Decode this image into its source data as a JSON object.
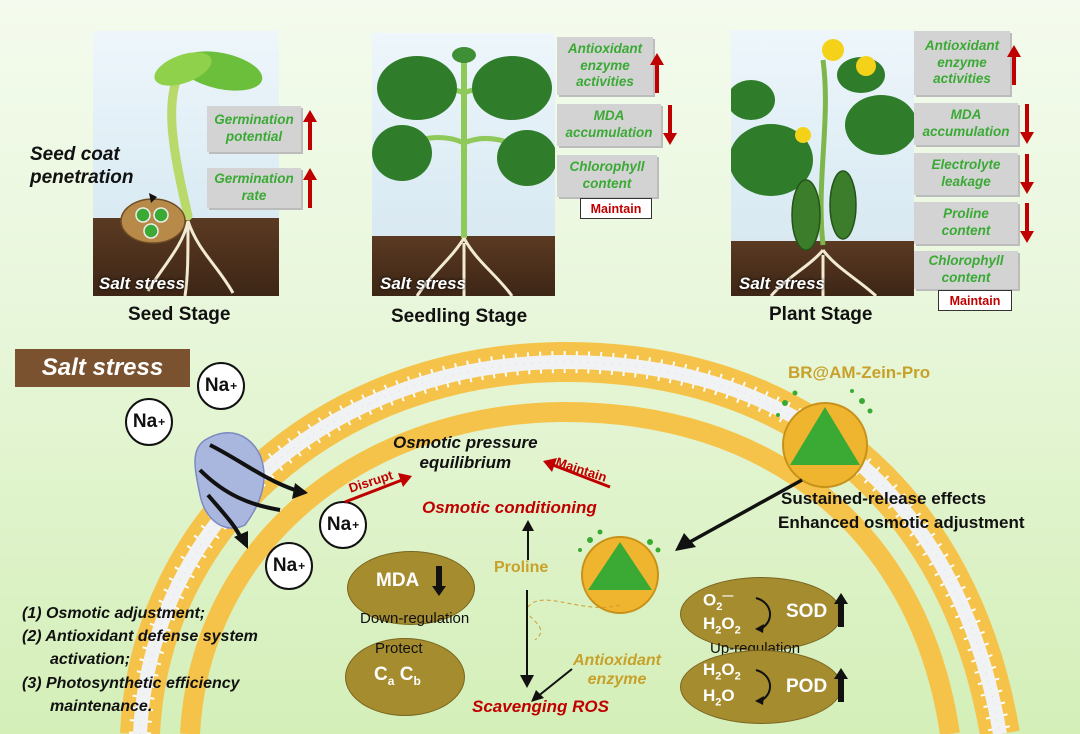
{
  "stages": {
    "seed": {
      "title": "Seed Stage",
      "salt_caption": "Salt stress",
      "annotation": "Seed coat\npenetration",
      "indicators": [
        {
          "label": "Germination\npotential",
          "trend": "up"
        },
        {
          "label": "Germination\nrate",
          "trend": "up"
        }
      ]
    },
    "seedling": {
      "title": "Seedling Stage",
      "salt_caption": "Salt stress",
      "indicators": [
        {
          "label": "Antioxidant\nenzyme\nactivities",
          "trend": "up"
        },
        {
          "label": "MDA\naccumulation",
          "trend": "down"
        },
        {
          "label": "Chlorophyll\ncontent",
          "trend": "maintain"
        }
      ],
      "maintain_label": "Maintain"
    },
    "plant": {
      "title": "Plant Stage",
      "salt_caption": "Salt stress",
      "indicators": [
        {
          "label": "Antioxidant\nenzyme\nactivities",
          "trend": "up"
        },
        {
          "label": "MDA\naccumulation",
          "trend": "down"
        },
        {
          "label": "Electrolyte\nleakage",
          "trend": "down"
        },
        {
          "label": "Proline\ncontent",
          "trend": "down"
        },
        {
          "label": "Chlorophyll\ncontent",
          "trend": "maintain"
        }
      ],
      "maintain_label": "Maintain"
    }
  },
  "mechanism": {
    "salt_stress_label": "Salt stress",
    "ion": "Na",
    "ion_charge": "+",
    "nanoparticle_label": "BR@AM-Zein-Pro",
    "sustained_release": "Sustained-release effects",
    "enhanced_osmotic": "Enhanced osmotic adjustment",
    "osmotic_pressure": "Osmotic pressure\nequilibrium",
    "disrupt": "Disrupt",
    "maintain": "Maintain",
    "osmotic_conditioning": "Osmotic conditioning",
    "proline": "Proline",
    "antioxidant_enzyme": "Antioxidant\nenzyme",
    "scavenging_ros": "Scavenging ROS",
    "mda": "MDA",
    "down_regulation": "Down-regulation",
    "protect": "Protect",
    "ca": "C",
    "ca_sub": "a",
    "cb": "C",
    "cb_sub": "b",
    "o2": "O",
    "o2_sub": "2",
    "o2_sup": "—",
    "h2o2_a": "H",
    "h2o2_a_sub1": "2",
    "h2o2_a_mid": "O",
    "h2o2_a_sub2": "2",
    "sod": "SOD",
    "up_regulation": "Up-regulation",
    "h2o2_b": "H",
    "h2o2_b_sub1": "2",
    "h2o2_b_mid": "O",
    "h2o2_b_sub2": "2",
    "h2o": "H",
    "h2o_sub": "2",
    "h2o_end": "O",
    "pod": "POD"
  },
  "conclusions": [
    "(1) Osmotic adjustment;",
    "(2) Antioxidant defense system",
    "activation;",
    "(3) Photosynthetic efficiency",
    "maintenance."
  ],
  "colors": {
    "green_text": "#3aaa35",
    "red_arrow": "#c00000",
    "membrane_yellow": "#f5c542",
    "brown_label": "#7a5230",
    "gold": "#c8a12a",
    "oval": "#a58c2f"
  }
}
